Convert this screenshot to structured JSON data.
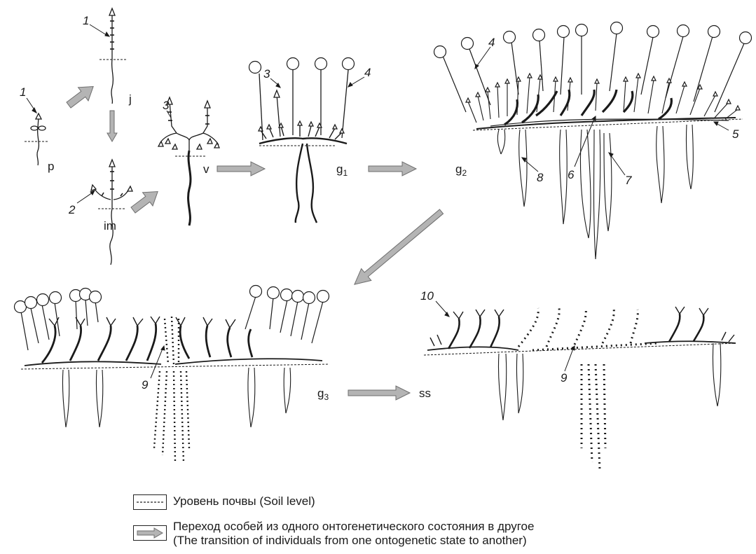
{
  "stage_labels": {
    "p": "p",
    "j": "j",
    "im": "im",
    "v": "v",
    "g1_base": "g",
    "g1_sub": "1",
    "g2_base": "g",
    "g2_sub": "2",
    "g3_base": "g",
    "g3_sub": "3",
    "ss": "ss"
  },
  "callouts": [
    "1",
    "1",
    "2",
    "3",
    "3",
    "4",
    "4",
    "5",
    "6",
    "7",
    "8",
    "9",
    "9",
    "10"
  ],
  "legend": {
    "soil_level": "Уровень почвы (Soil level)",
    "transition_ru": "Переход особей из одного онтогенетического состояния в другое",
    "transition_en": "(The transition of individuals from one ontogenetic state to another)"
  },
  "colors": {
    "ink": "#1a1a1a",
    "arrow_fill": "#b4b4b4",
    "arrow_stroke": "#6e6e6e"
  }
}
